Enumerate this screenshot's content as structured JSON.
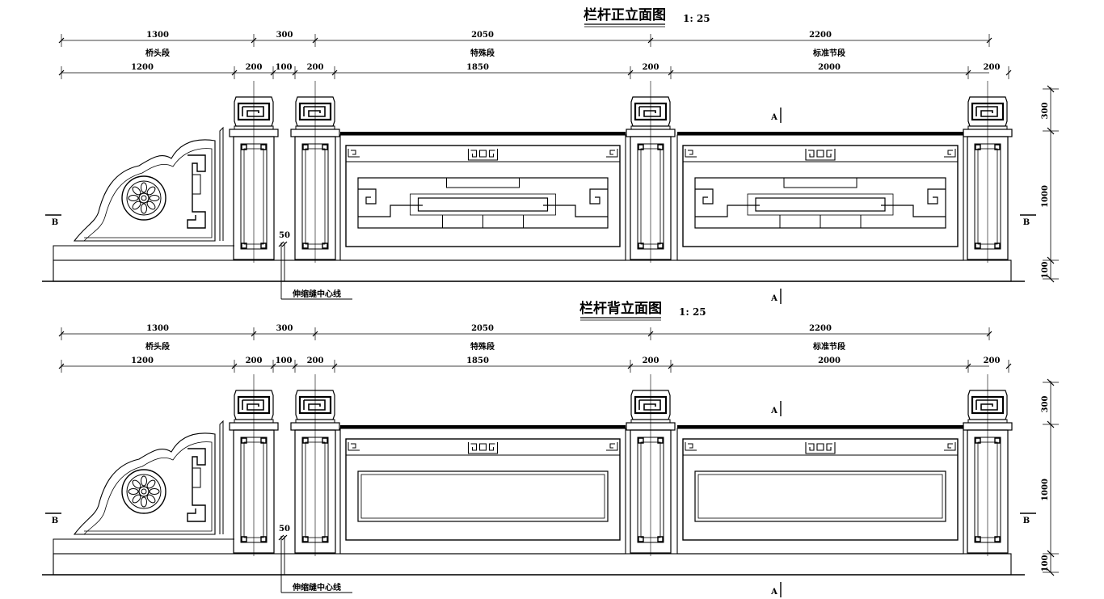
{
  "views": [
    {
      "id": "front",
      "title": "栏杆正立面图",
      "scale": "1: 25",
      "dims_top": [
        "1300",
        "300",
        "2050",
        "2200"
      ],
      "segment_labels": [
        "桥头段",
        "特殊段",
        "标准节段"
      ],
      "dims_bottom": [
        "1200",
        "200",
        "100",
        "200",
        "1850",
        "200",
        "2000",
        "200"
      ],
      "dims_right": [
        "300",
        "1000",
        "100"
      ],
      "small_dim": "50",
      "joint_label": "伸缩缝中心线",
      "section_a": "A",
      "section_b": "B"
    },
    {
      "id": "back",
      "title": "栏杆背立面图",
      "scale": "1: 25",
      "dims_top": [
        "1300",
        "300",
        "2050",
        "2200"
      ],
      "segment_labels": [
        "桥头段",
        "特殊段",
        "标准节段"
      ],
      "dims_bottom": [
        "1200",
        "200",
        "100",
        "200",
        "1850",
        "200",
        "2000",
        "200"
      ],
      "dims_right": [
        "300",
        "1000",
        "100"
      ],
      "small_dim": "50",
      "joint_label": "伸缩缝中心线",
      "section_a": "A",
      "section_b": "B"
    }
  ]
}
